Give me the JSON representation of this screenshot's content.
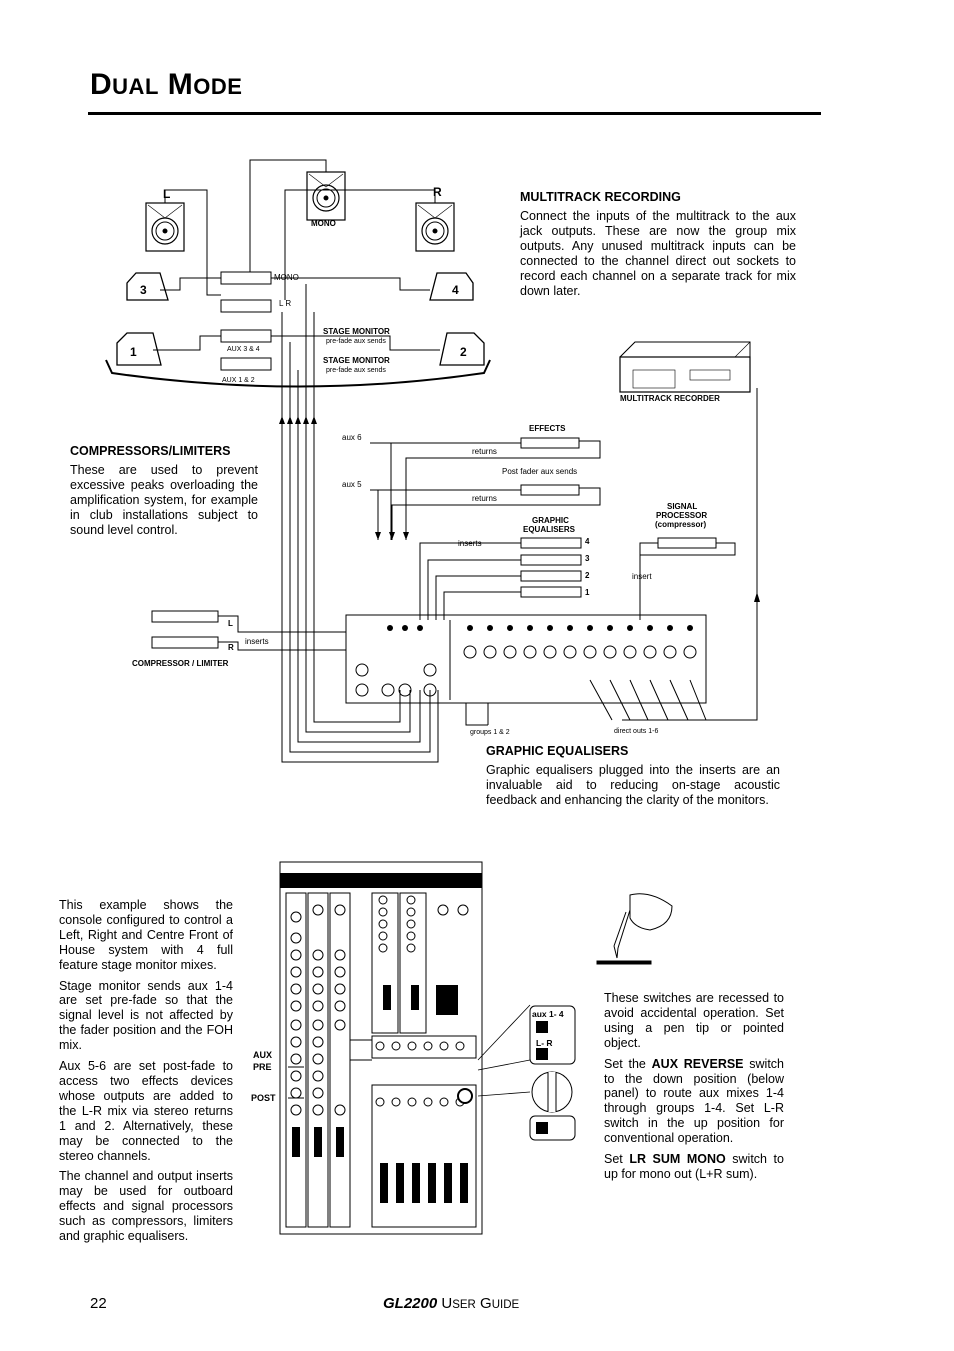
{
  "header": {
    "title_first_cap": "D",
    "title_first_rest": "UAL",
    "title_second_cap": "M",
    "title_second_rest": "ODE"
  },
  "multitrack": {
    "heading": "MULTITRACK RECORDING",
    "body": "Connect the inputs of the multitrack to the aux jack outputs. These are now the group mix outputs. Any unused multitrack inputs can be connected to the channel direct out sockets to record each channel on a separate track for mix down later."
  },
  "compressors": {
    "heading": "COMPRESSORS/LIMITERS",
    "body": "These are used to prevent excessive peaks overloading the amplification system, for example in club installations subject to sound level control."
  },
  "graphic_eq": {
    "heading": "GRAPHIC EQUALISERS",
    "body": "Graphic equalisers plugged into the inserts are an invaluable aid to reducing on-stage acoustic feedback and enhancing the clarity of the monitors."
  },
  "example_text": [
    "This example shows the console configured to control a Left, Right and Centre Front of House system with 4 full feature stage monitor mixes.",
    "Stage monitor sends aux 1-4 are set pre-fade so that the signal level is not affected by the fader position and the FOH mix.",
    "Aux 5-6 are set post-fade to access two effects devices whose outputs are added to the L-R mix via stereo returns 1 and 2. Alternatively, these may be connected to the stereo channels.",
    "The channel and output inserts may be used for outboard effects and signal processors such as compressors, limiters and graphic equalisers."
  ],
  "switch_text": {
    "p1": "These switches are recessed to avoid accidental operation. Set using a pen tip or pointed object.",
    "p2_pre": "Set the ",
    "p2_bold": "AUX REVERSE",
    "p2_post": " switch to the down position (below panel) to route aux mixes 1-4 through groups 1-4.  Set L-R switch in the up position for conventional operation.",
    "p3_pre": "Set ",
    "p3_bold": "LR SUM MONO",
    "p3_post": " switch to up for mono out (L+R sum)."
  },
  "diagram": {
    "speaker_l": "L",
    "speaker_r": "R",
    "speaker_mono": "MONO",
    "wedge_1": "1",
    "wedge_2": "2",
    "wedge_3": "3",
    "wedge_4": "4",
    "amp_mono": "MONO",
    "amp_lr": "L R",
    "amp_aux34": "AUX 3 & 4",
    "amp_aux12": "AUX 1 & 2",
    "stage_monitor_1": "STAGE MONITOR",
    "stage_monitor_1_sub": "pre-fade aux sends",
    "stage_monitor_2": "STAGE MONITOR",
    "stage_monitor_2_sub": "pre-fade aux sends",
    "multitrack_recorder": "MULTITRACK RECORDER",
    "effects": "EFFECTS",
    "aux6": "aux 6",
    "aux5": "aux 5",
    "returns1": "returns",
    "returns2": "returns",
    "post_fader": "Post fader aux sends",
    "graphic_eq_label_1": "GRAPHIC",
    "graphic_eq_label_2": "EQUALISERS",
    "signal_processor_1": "SIGNAL",
    "signal_processor_2": "PROCESSOR",
    "signal_processor_3": "(compressor)",
    "inserts_top": "inserts",
    "insert_right": "insert",
    "eq_4": "4",
    "eq_3": "3",
    "eq_2": "2",
    "eq_1": "1",
    "comp_l": "L",
    "comp_r": "R",
    "inserts_left": "inserts",
    "compressor_limiter": "COMPRESSOR / LIMITER",
    "groups": "groups 1 & 2",
    "direct_outs": "direct outs 1-6",
    "aux_pre": "AUX",
    "aux_pre_2": "PRE",
    "post": "POST",
    "sw_aux": "aux 1- 4",
    "sw_lr": "L- R"
  },
  "footer": {
    "page": "22",
    "model": "GL2200",
    "guide_u": "U",
    "guide_ser": "SER",
    "guide_g": "G",
    "guide_uide": "UIDE"
  }
}
